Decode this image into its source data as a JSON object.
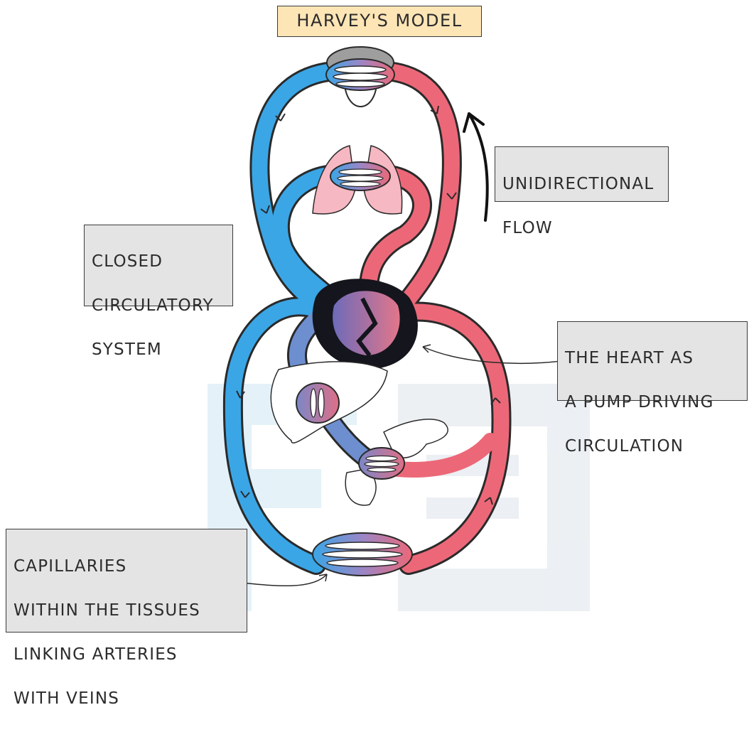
{
  "title": "HARVEY'S MODEL",
  "labels": {
    "unidirectional": [
      "UNIDIRECTIONAL",
      "FLOW"
    ],
    "closed": [
      "CLOSED",
      "CIRCULATORY",
      "SYSTEM"
    ],
    "heart": [
      "THE HEART AS",
      "A PUMP DRIVING",
      "CIRCULATION"
    ],
    "capillaries": [
      "CAPILLARIES",
      "WITHIN THE TISSUES",
      "LINKING ARTERIES",
      "WITH VEINS"
    ]
  },
  "colors": {
    "vein_blue": "#3aa6e6",
    "artery_red": "#ec6878",
    "mixed_purple": "#9a86c6",
    "label_bg": "#e4e4e4",
    "title_bg": "#fde5b6",
    "lung_pink": "#f6b8c2",
    "heart_dark": "#15151d",
    "watermark": "#cfe7f3"
  },
  "icons": [
    "eye-capillary-icon",
    "lung-icon",
    "heart-icon",
    "liver-icon",
    "intestine-icon",
    "tissue-capillary-icon"
  ]
}
